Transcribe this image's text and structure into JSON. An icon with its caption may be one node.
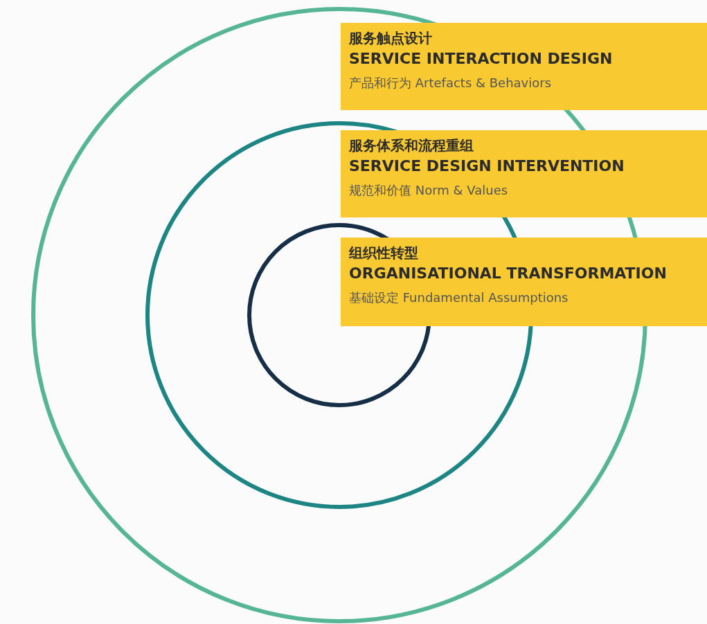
{
  "diagram": {
    "nodes": [
      {
        "text": [
          "服务触点设计",
          "SERVICE INTERACTION DESIGN",
          "产品和行为 Artefacts & Behaviors"
        ]
      },
      {
        "text": [
          "服务体系和流程重组",
          "SERVICE DESIGN INTERVENTION",
          "规范和价值 Norm & Values"
        ]
      },
      {
        "text": [
          "组织性转型",
          "ORGANISATIONAL TRANSFORMATION",
          "基础设定 Fundamental Assumptions"
        ]
      }
    ],
    "edges": []
  }
}
